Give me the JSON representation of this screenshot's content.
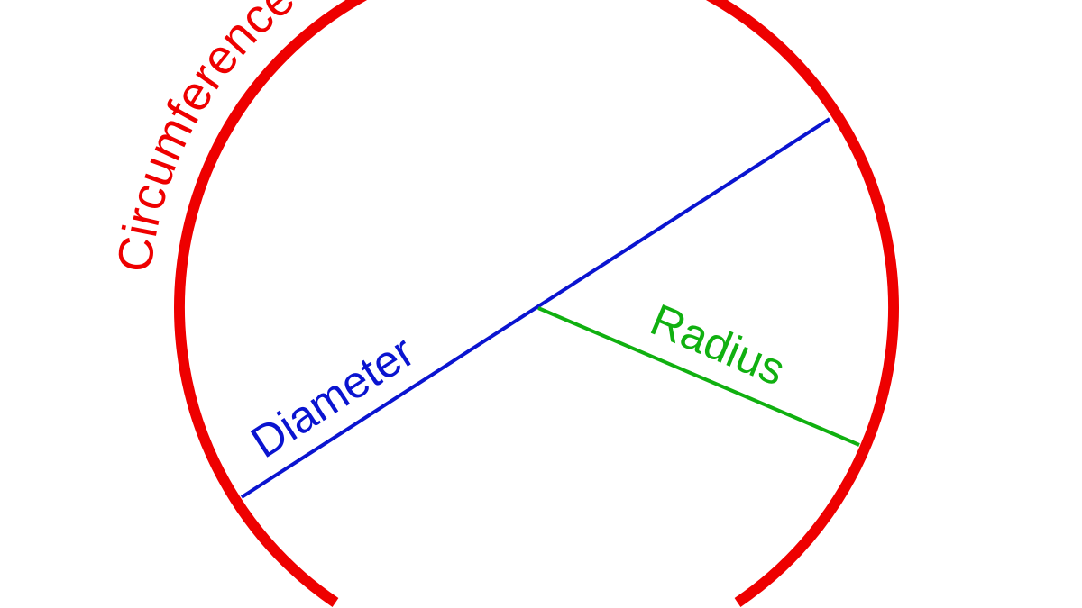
{
  "labels": {
    "circumference": "Circumference",
    "diameter": "Diameter",
    "radius": "Radius"
  },
  "colors": {
    "circumference": "#ee0000",
    "diameter": "#0a14d0",
    "radius": "#10b010"
  }
}
